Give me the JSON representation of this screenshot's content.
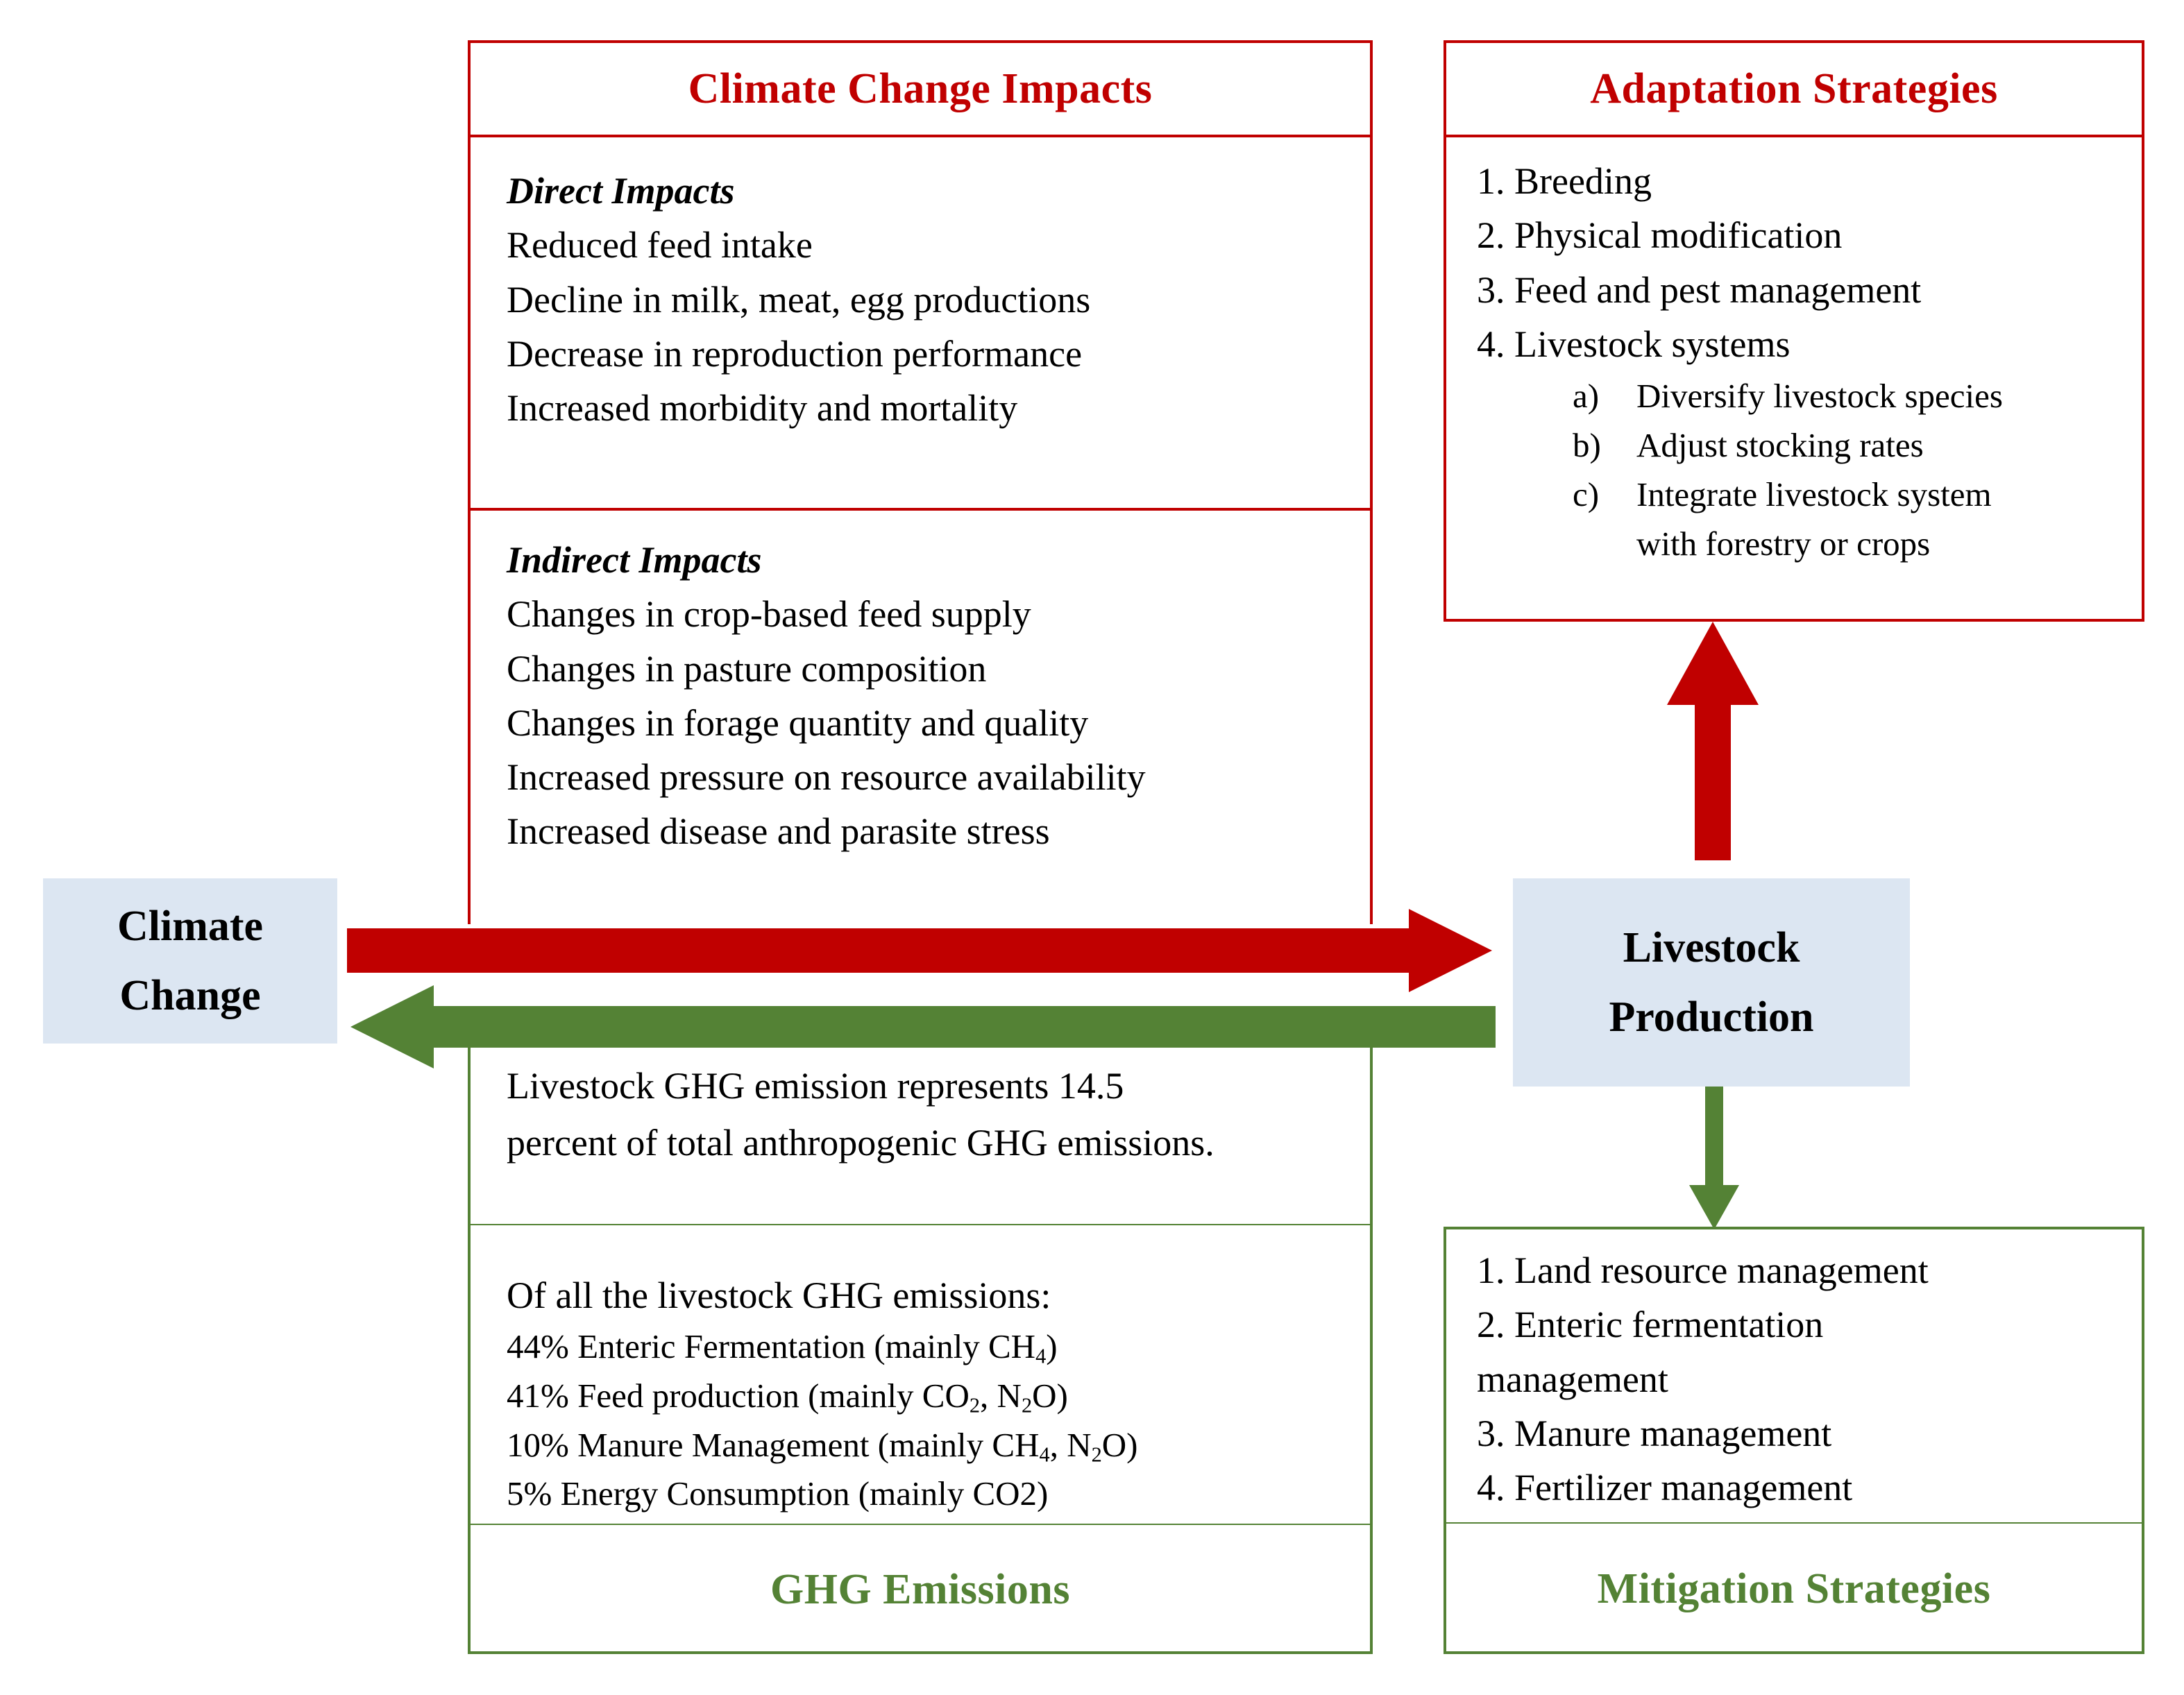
{
  "colors": {
    "red": "#C00000",
    "green": "#548235",
    "node_fill": "#DCE6F2",
    "text": "#000000"
  },
  "nodes": {
    "climate_change": {
      "line1": "Climate",
      "line2": "Change"
    },
    "livestock_production": {
      "line1": "Livestock",
      "line2": "Production"
    }
  },
  "impacts_panel": {
    "title": "Climate Change Impacts",
    "direct": {
      "heading": "Direct Impacts",
      "items": [
        "Reduced feed intake",
        "Decline in milk, meat, egg productions",
        "Decrease in reproduction performance",
        "Increased morbidity and mortality"
      ]
    },
    "indirect": {
      "heading": "Indirect Impacts",
      "items": [
        "Changes in crop-based feed supply",
        "Changes in pasture composition",
        "Changes in forage quantity and quality",
        "Increased pressure on resource availability",
        "Increased disease and parasite stress"
      ]
    }
  },
  "adaptation_panel": {
    "title": "Adaptation Strategies",
    "items": [
      {
        "marker": "1.",
        "label": "Breeding"
      },
      {
        "marker": "2.",
        "label": "Physical modification"
      },
      {
        "marker": "3.",
        "label": "Feed and pest management"
      },
      {
        "marker": "4.",
        "label": "Livestock systems"
      }
    ],
    "subitems": [
      {
        "marker": "a)",
        "label": "Diversify livestock species"
      },
      {
        "marker": "b)",
        "label": "Adjust stocking rates"
      },
      {
        "marker": "c)",
        "label": "Integrate livestock system",
        "label_cont": "with forestry or crops"
      }
    ]
  },
  "ghg_panel": {
    "footer_title": "GHG Emissions",
    "summary_line1": "Livestock GHG emission represents 14.5",
    "summary_line2": "percent of total anthropogenic GHG emissions.",
    "breakdown_intro": "Of all the livestock GHG emissions:",
    "breakdown": [
      {
        "pct": "44%",
        "source": "Enteric Fermentation",
        "gases_html": "(mainly CH<sub>4</sub>)"
      },
      {
        "pct": "41%",
        "source": "Feed production",
        "gases_html": "(mainly CO<sub>2</sub>, N<sub>2</sub>O)"
      },
      {
        "pct": "10%",
        "source": "Manure Management",
        "gases_html": "(mainly CH<sub>4</sub>, N<sub>2</sub>O)"
      },
      {
        "pct": "5%",
        "source": "Energy Consumption",
        "gases_html": "(mainly CO2)"
      }
    ],
    "breakdown_plain": [
      "44% Enteric Fermentation (mainly CH4)",
      "41% Feed production (mainly CO2, N2O)",
      "10% Manure Management (mainly CH4, N2O)",
      "5% Energy Consumption (mainly CO2)"
    ]
  },
  "mitigation_panel": {
    "footer_title": "Mitigation Strategies",
    "items": [
      {
        "marker": "1.",
        "label": "Land resource management"
      },
      {
        "marker": "2.",
        "label": "Enteric fermentation",
        "label_cont": "management"
      },
      {
        "marker": "3.",
        "label": "Manure management"
      },
      {
        "marker": "4.",
        "label": "Fertilizer management"
      }
    ]
  },
  "arrows": {
    "impacts_arrow": {
      "direction": "right",
      "color": "#C00000"
    },
    "emissions_arrow": {
      "direction": "left",
      "color": "#548235"
    },
    "adaptation_arrow": {
      "direction": "up",
      "color": "#C00000"
    },
    "mitigation_arrow": {
      "direction": "down",
      "color": "#548235"
    }
  }
}
